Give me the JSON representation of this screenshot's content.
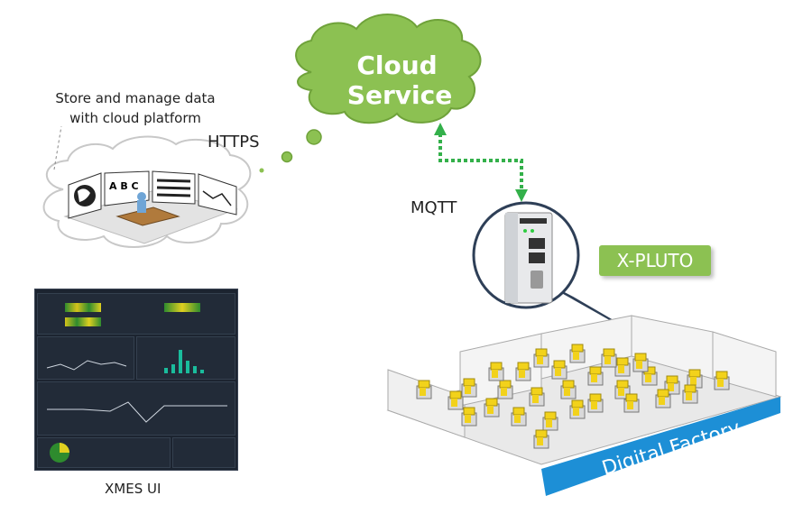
{
  "cloud_service": {
    "line1": "Cloud",
    "line2": "Service",
    "color": "#8cc152"
  },
  "store_caption": {
    "line1": "Store and manage data",
    "line2": "with cloud platform"
  },
  "protocols": {
    "https": "HTTPS",
    "mqtt": "MQTT"
  },
  "gateway": {
    "name": "X-PLUTO"
  },
  "xmes": {
    "caption": "XMES UI"
  },
  "factory": {
    "banner": "Digital Factory",
    "banner_color": "#1d8fd6"
  }
}
